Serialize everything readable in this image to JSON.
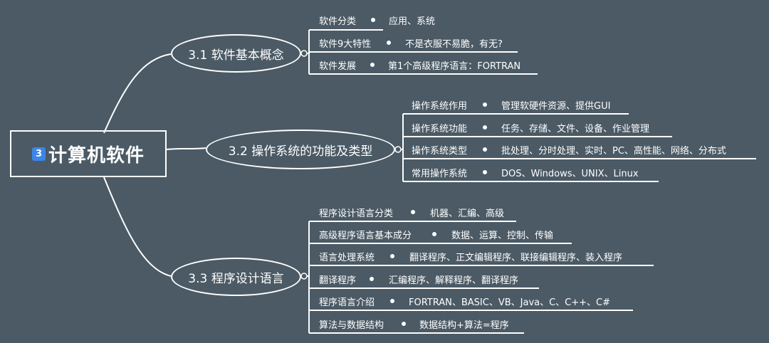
{
  "root": {
    "badge": "3",
    "label": "计算机软件"
  },
  "branches": [
    {
      "label": "3.1 软件基本概念",
      "items": [
        {
          "key": "软件分类",
          "value": "应用、系统"
        },
        {
          "key": "软件9大特性",
          "value": "不是衣服不易脆，有无?"
        },
        {
          "key": "软件发展",
          "value": "第1个高级程序语言：FORTRAN"
        }
      ]
    },
    {
      "label": "3.2 操作系统的功能及类型",
      "items": [
        {
          "key": "操作系统作用",
          "value": "管理软硬件资源、提供GUI"
        },
        {
          "key": "操作系统功能",
          "value": "任务、存储、文件、设备、作业管理"
        },
        {
          "key": "操作系统类型",
          "value": "批处理、分时处理、实时、PC、高性能、网络、分布式"
        },
        {
          "key": "常用操作系统",
          "value": "DOS、Windows、UNIX、Linux"
        }
      ]
    },
    {
      "label": "3.3 程序设计语言",
      "items": [
        {
          "key": "程序设计语言分类",
          "value": "机器、汇编、高级"
        },
        {
          "key": "高级程序语言基本成分",
          "value": "数据、运算、控制、传输"
        },
        {
          "key": "语言处理系统",
          "value": "翻译程序、正文编辑程序、联接编辑程序、装入程序"
        },
        {
          "key": "翻译程序",
          "value": "汇编程序、解释程序、翻译程序"
        },
        {
          "key": "程序语言介绍",
          "value": "FORTRAN、BASIC、VB、Java、C、C++、C#"
        },
        {
          "key": "算法与数据结构",
          "value": "数据结构+算法=程序"
        }
      ]
    }
  ],
  "colors": {
    "background": "#4b5a65",
    "line": "#ffffff",
    "badge": "#3c86e8"
  }
}
